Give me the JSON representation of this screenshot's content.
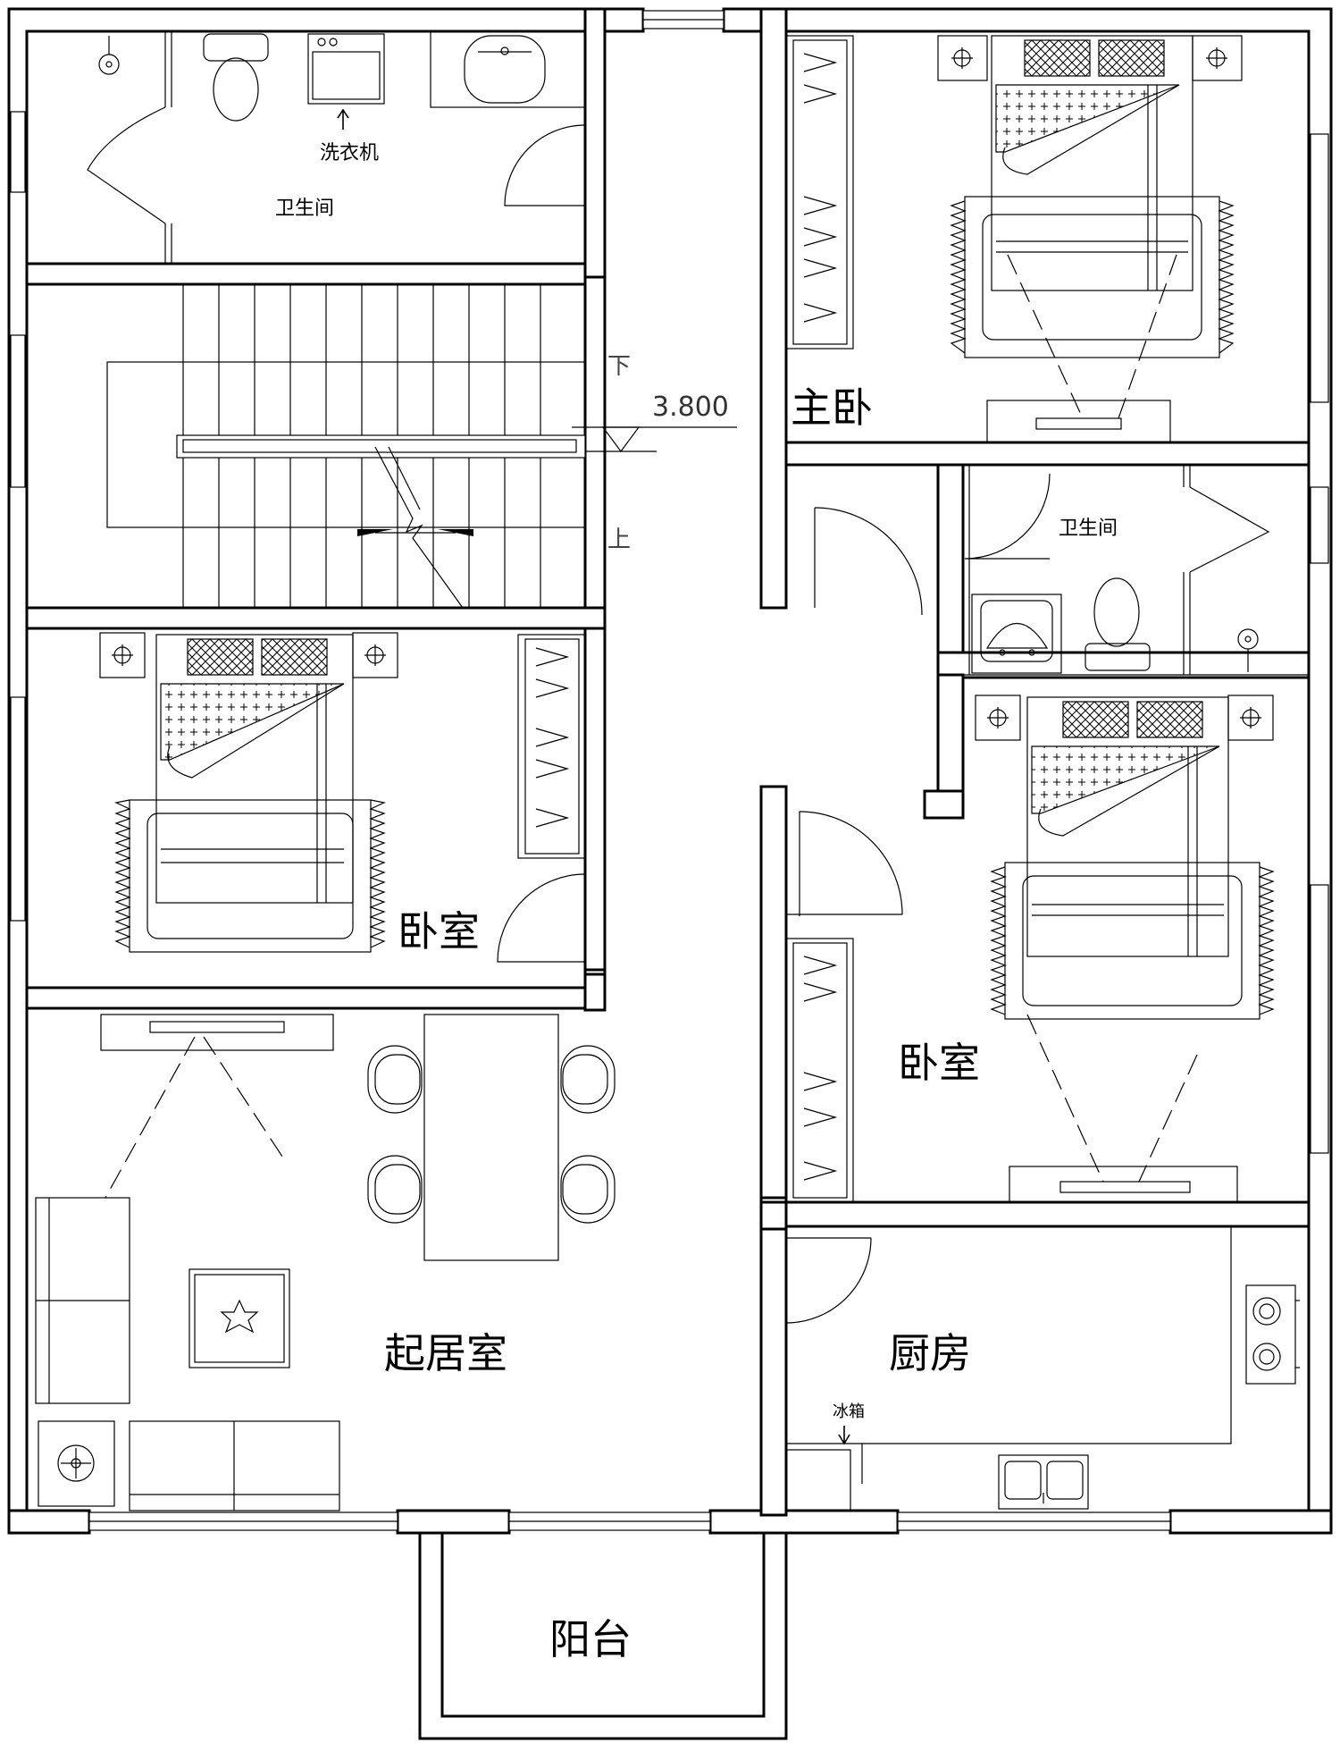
{
  "rooms": {
    "bathroom_top_left": "卫生间",
    "master_bedroom": "主卧",
    "bathroom_ensuite": "卫生间",
    "bedroom_left": "卧室",
    "bedroom_right": "卧室",
    "living_room": "起居室",
    "kitchen": "厨房",
    "balcony": "阳台"
  },
  "fixtures": {
    "washing_machine": "洗衣机",
    "refrigerator": "冰箱"
  },
  "stairs": {
    "elevation": "3.800",
    "down": "下",
    "up": "上"
  },
  "colors": {
    "line": "#000000",
    "background": "#ffffff"
  }
}
